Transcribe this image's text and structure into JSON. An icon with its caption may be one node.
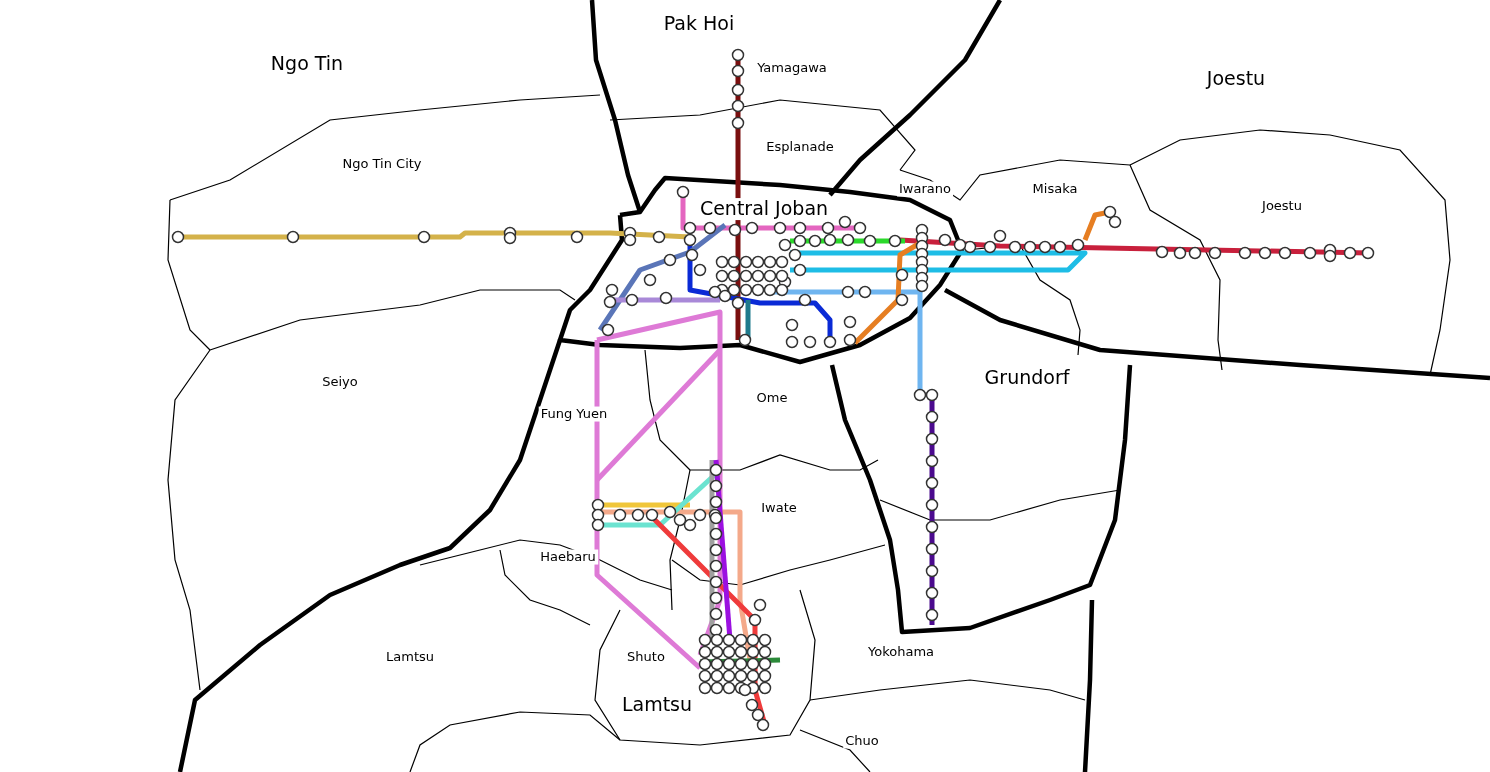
{
  "diagram": {
    "labels": [
      "Pak Hoi",
      "Ngo Tin",
      "Yamagawa",
      "Joestu",
      "Esplanade",
      "Ngo Tin City",
      "Iwarano",
      "Misaka",
      "Joestu",
      "Central Joban",
      "Seiyo",
      "Grundorf",
      "Ome",
      "Fung Yuen",
      "Iwate",
      "Haebaru",
      "Lamtsu",
      "Shuto",
      "Yokohama",
      "Lamtsu",
      "Chuo"
    ]
  }
}
